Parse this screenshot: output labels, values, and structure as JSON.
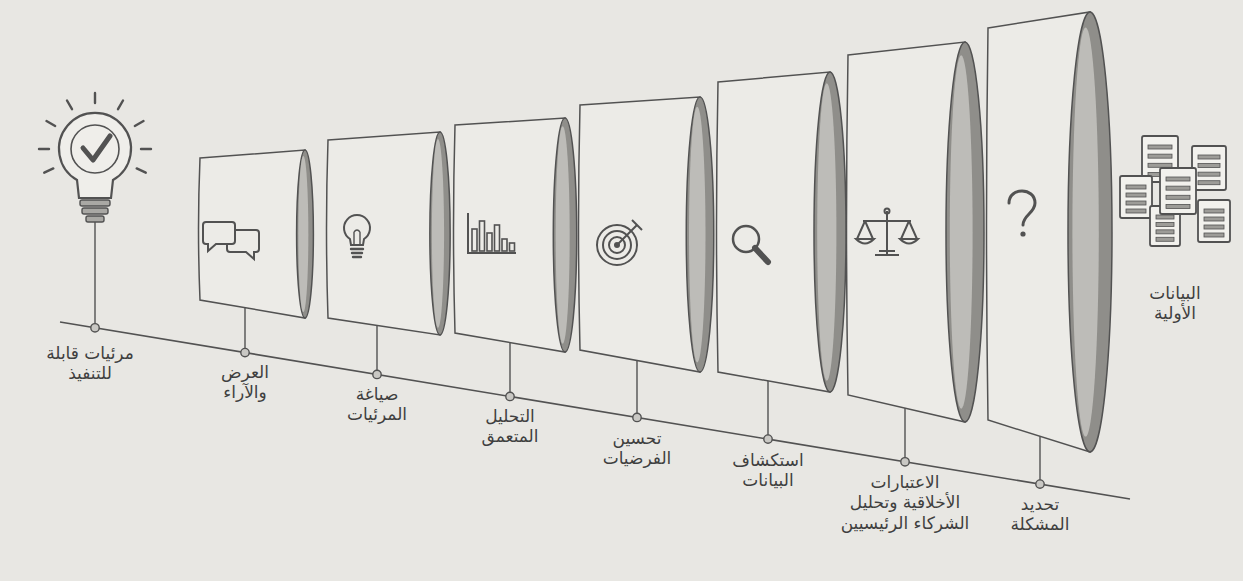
{
  "diagram": {
    "labels": [
      "البيانات الأولية",
      "تحديد المشكلة",
      "الاعتبارات الأخلاقية وتحليل الشركاء الرئيسيين",
      "استكشاف البيانات",
      "تحسين الفرضيات",
      "التحليل المتعمق",
      "صياغة المرئيات",
      "العرض والآراء",
      "مرئيات قابلة للتنفيذ"
    ]
  }
}
